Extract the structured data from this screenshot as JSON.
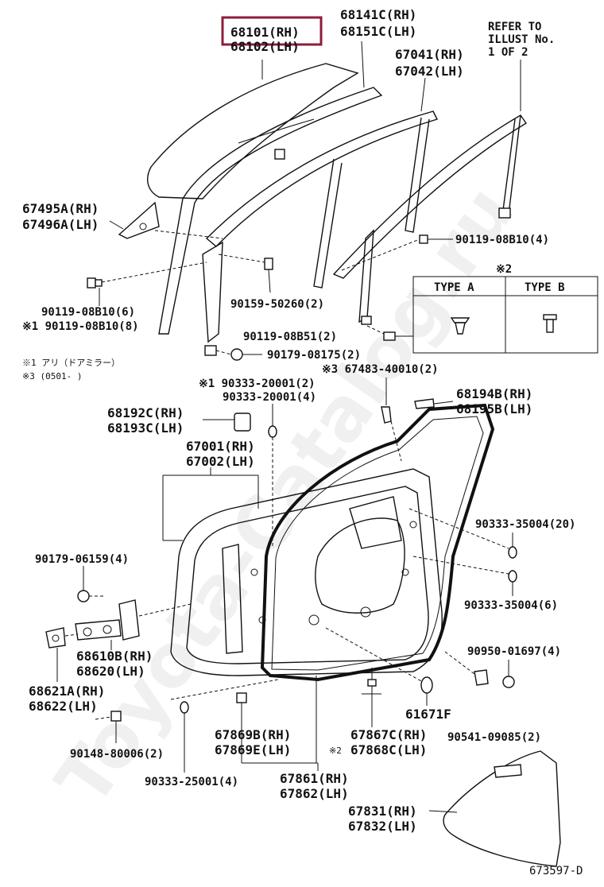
{
  "labels": [
    {
      "id": "68101",
      "l1": "68101(RH)",
      "l2": "68102(LH)",
      "highlight": true
    },
    {
      "id": "68141",
      "l1": "68141C(RH)",
      "l2": "68151C(LH)"
    },
    {
      "id": "67041",
      "l1": "67041(RH)",
      "l2": "67042(LH)"
    },
    {
      "id": "refer",
      "l1": "REFER TO",
      "l2": "ILLUST No.",
      "l3": "1 OF 2"
    },
    {
      "id": "67495",
      "l1": "67495A(RH)",
      "l2": "67496A(LH)"
    },
    {
      "id": "9011908b10_4",
      "l1": "90119-08B10(4)"
    },
    {
      "id": "9011908b10_6",
      "l1": "90119-08B10(6)"
    },
    {
      "id": "9011908b10_8",
      "l1": "※1 90119-08B10(8)"
    },
    {
      "id": "90159",
      "l1": "90159-50260(2)"
    },
    {
      "id": "9011908b51",
      "l1": "90119-08B51(2)"
    },
    {
      "id": "90179_08175",
      "l1": "90179-08175(2)"
    },
    {
      "id": "67483",
      "l1": "※3 67483-40010(2)"
    },
    {
      "id": "9033320001",
      "l1": "※1 90333-20001(2)",
      "l2": "90333-20001(4)"
    },
    {
      "id": "68194",
      "l1": "68194B(RH)",
      "l2": "68195B(LH)"
    },
    {
      "id": "68192",
      "l1": "68192C(RH)",
      "l2": "68193C(LH)"
    },
    {
      "id": "67001",
      "l1": "67001(RH)",
      "l2": "67002(LH)"
    },
    {
      "id": "9033335004_20",
      "l1": "90333-35004(20)"
    },
    {
      "id": "9033335004_6",
      "l1": "90333-35004(6)"
    },
    {
      "id": "90179_06159",
      "l1": "90179-06159(4)"
    },
    {
      "id": "68610",
      "l1": "68610B(RH)",
      "l2": "68620(LH)"
    },
    {
      "id": "68621",
      "l1": "68621A(RH)",
      "l2": "68622(LH)"
    },
    {
      "id": "90950",
      "l1": "90950-01697(4)"
    },
    {
      "id": "61671",
      "l1": "61671F"
    },
    {
      "id": "67869",
      "l1": "67869B(RH)",
      "l2": "67869E(LH)"
    },
    {
      "id": "67867",
      "l1": "67867C(RH)",
      "l2": "67868C(LH)",
      "prefix": "※2"
    },
    {
      "id": "90541",
      "l1": "90541-09085(2)"
    },
    {
      "id": "90148",
      "l1": "90148-80006(2)"
    },
    {
      "id": "90333_25001",
      "l1": "90333-25001(4)"
    },
    {
      "id": "67861",
      "l1": "67861(RH)",
      "l2": "67862(LH)"
    },
    {
      "id": "67831",
      "l1": "67831(RH)",
      "l2": "67832(LH)"
    }
  ],
  "notes": {
    "note1": "※1  アリ（ドアミラー）",
    "note3": "※3  (0501-     )"
  },
  "type_table": {
    "mark": "※2",
    "col_a": "TYPE A",
    "col_b": "TYPE B"
  },
  "figure_code": "673597-D",
  "watermark": "Toyota-Catalog.ru"
}
